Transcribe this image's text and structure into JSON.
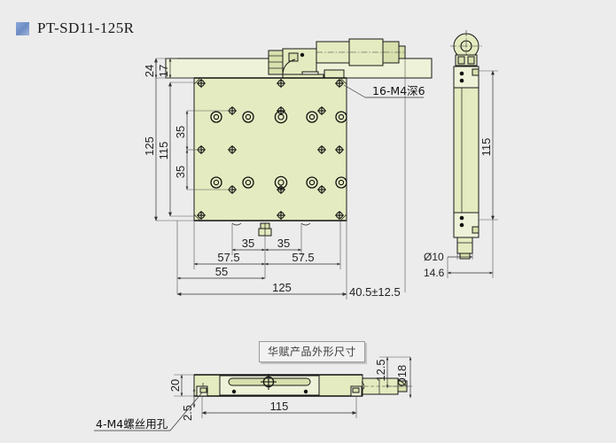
{
  "page": {
    "background_color": "#ececec",
    "part_color": "#e4ebc0",
    "line_color": "#1a1a1a",
    "dim_color": "#333333"
  },
  "header": {
    "marker_icon": "blue-square-bullet",
    "title": "PT-SD11-125R",
    "marker_color": "#7d9bcd"
  },
  "watermark": {
    "text": "华赋产品外形尺寸"
  },
  "views": {
    "front": {
      "name": "front-view",
      "dimensions": {
        "left_outer": "125",
        "left_inner": "115",
        "left_mid_upper": "35",
        "left_mid_lower": "35",
        "top_outer": "24",
        "top_inner": "17",
        "bottom_inner_left": "35",
        "bottom_inner_right": "35",
        "bottom_mid_left": "57.5",
        "bottom_mid_right": "57.5",
        "bottom_55": "55",
        "bottom_overall": "125",
        "travel": "40.5±12.5"
      },
      "callout_hole": "16-M4深6"
    },
    "side": {
      "name": "side-view",
      "dimensions": {
        "height": "115",
        "shaft_diameter": "Ø10",
        "base_width": "14.6"
      }
    },
    "bottom": {
      "name": "bottom-view",
      "dimensions": {
        "height": "20",
        "step": "2.5",
        "length": "115",
        "knob_offset": "12.5",
        "knob_diameter": "Ø18"
      },
      "callout_screw": "4-M4螺丝用孔"
    }
  },
  "chart_data": {
    "type": "table",
    "title": "PT-SD11-125R dimensional drawing",
    "labels": [
      "125",
      "115",
      "35",
      "35",
      "24",
      "17",
      "16-M4深6",
      "35",
      "35",
      "57.5",
      "57.5",
      "55",
      "125",
      "40.5±12.5",
      "115",
      "Ø10",
      "14.6",
      "20",
      "2.5",
      "115",
      "12.5",
      "Ø18",
      "4-M4螺丝用孔",
      "华赋产品外形尺寸"
    ]
  }
}
